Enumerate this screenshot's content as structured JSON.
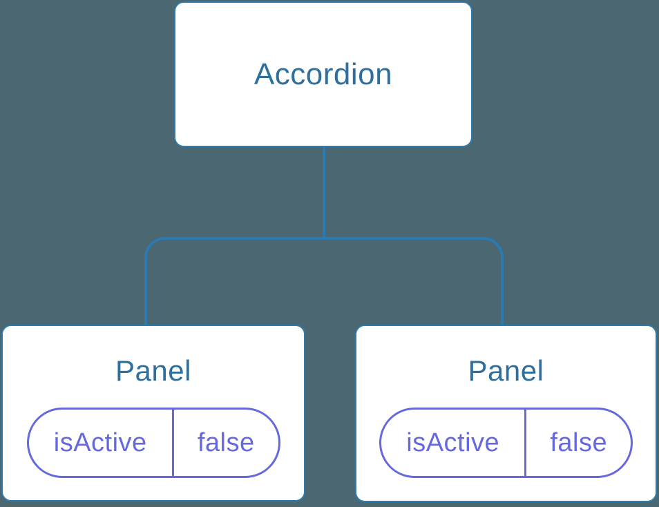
{
  "diagram": {
    "type": "component-tree",
    "colors": {
      "background": "#4B6872",
      "connector": "#2B7AB2",
      "node_border": "#2F7AAD",
      "node_text": "#2E6F9D",
      "state_accent": "#6669DE",
      "node_fill": "#FFFFFF"
    },
    "root": {
      "label": "Accordion"
    },
    "panels": [
      {
        "label": "Panel",
        "state": {
          "name": "isActive",
          "value": "false"
        }
      },
      {
        "label": "Panel",
        "state": {
          "name": "isActive",
          "value": "false"
        }
      }
    ]
  }
}
